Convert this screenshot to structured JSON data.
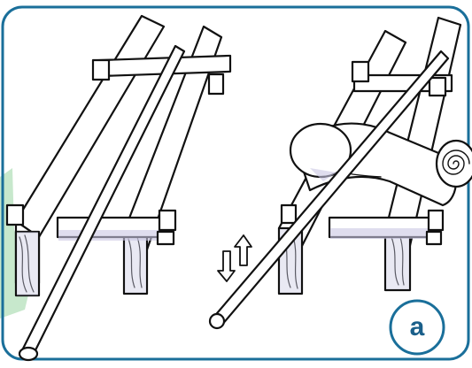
{
  "figure": {
    "panel_label": "a",
    "colors": {
      "frame_border": "#1a6f9a",
      "badge_border": "#1a6f9a",
      "badge_text": "#1a5f8a",
      "ink": "#111111",
      "paper": "#ffffff",
      "wood_shadow": "#c9c7e2",
      "green_accent": "#9fd2a8"
    },
    "arrows": [
      "arrow-down",
      "arrow-up"
    ]
  }
}
